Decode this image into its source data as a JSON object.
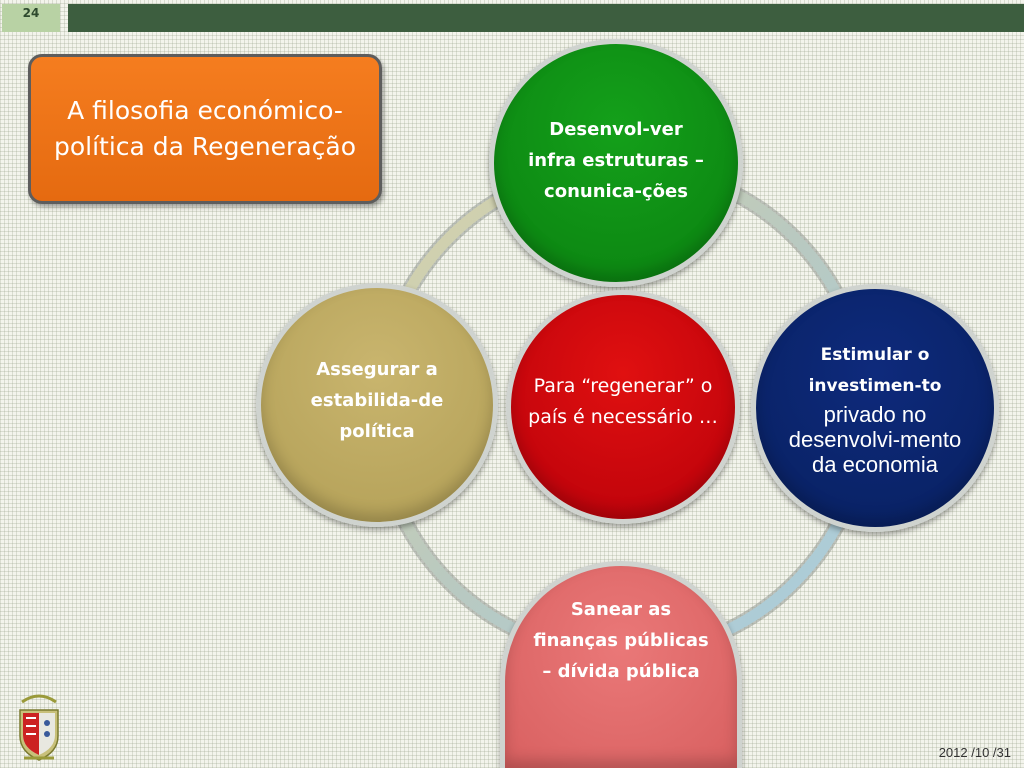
{
  "slide": {
    "page_number": "24",
    "title": "A filosofia económico-política da Regeneração",
    "date": "2012 /10 /31"
  },
  "diagram": {
    "center": "Para “regenerar” o país é necessário …",
    "top": "Desenvol-ver infra estruturas – conunica-ções",
    "left": "Assegurar a estabilida-de política",
    "right_line1": "Estimular o investimen-to",
    "right_line2": "privado no desenvolvi-mento da economia",
    "bottom": "Sanear as finanças públicas – dívida pública"
  },
  "colors": {
    "title_box": "#f07419",
    "top_circle": "#109018",
    "left_circle": "#bfab63",
    "center_circle": "#cc0a0a",
    "right_circle": "#0b2670",
    "bottom_circle": "#e06b6b",
    "header_bar": "#3d5e3f"
  },
  "logo": {
    "icon": "school-crest-icon"
  }
}
